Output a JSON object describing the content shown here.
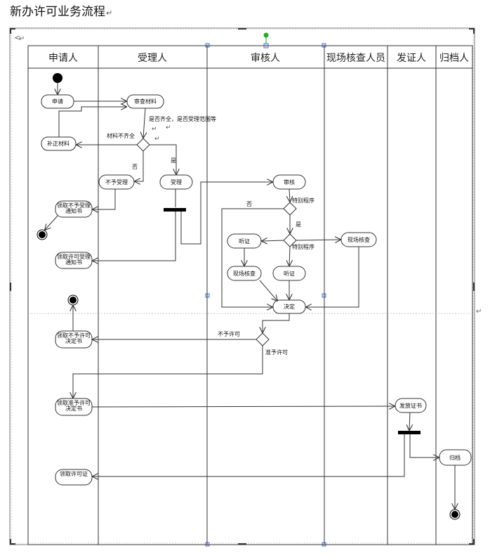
{
  "title": "新办许可业务流程",
  "paragraph_mark": "↵",
  "lanes": [
    "申请人",
    "受理人",
    "审核人",
    "现场核查人员",
    "发证人",
    "归档人"
  ],
  "nodes": {
    "apply": "申请",
    "review_materials": "审查材料",
    "supplement": "补正材料",
    "not_accepted": "不予受理",
    "accept": "受理",
    "receive_not_accepted_notice": "领取不予受理通知书",
    "receive_acceptance_notice": "领取许可受理通知书",
    "examine": "审核",
    "hearing_left": "听证",
    "site_check_left": "现场核查",
    "hearing_right": "听证",
    "site_check_right": "现场核查",
    "decision": "决定",
    "receive_rejection": "领取不予许可决定书",
    "receive_approval": "领取准予许可决定书",
    "issue_certificate": "发放证书",
    "receive_license": "领取许可证",
    "archive": "归档"
  },
  "labels": {
    "check_question": "是否齐全，是否受理范围等",
    "incomplete": "材料不齐全",
    "no1": "否",
    "yes1": "是",
    "special_procedure1": "特别程序",
    "no2": "否",
    "yes2": "是",
    "special_procedure2": "特别程序",
    "reject": "不予许可",
    "approve": "准予许可"
  },
  "colors": {
    "line": "#333333",
    "frame": "#555555",
    "handle_green": "#22aa22",
    "handle_blue": "#5577cc"
  }
}
